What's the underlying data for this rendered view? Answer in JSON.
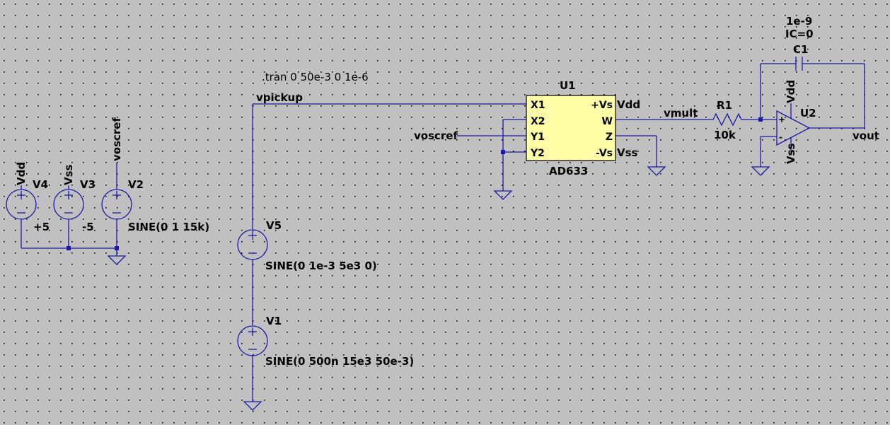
{
  "directive": ".tran 0 50e-3 0 1e-6",
  "nets": {
    "vpickup": "vpickup",
    "voscref_v2": "voscref",
    "voscref_u1": "voscref",
    "vmult": "vmult",
    "vout": "vout",
    "vdd": "Vdd",
    "vss": "Vss"
  },
  "sources": {
    "v4": {
      "name": "V4",
      "value": "+5"
    },
    "v3": {
      "name": "V3",
      "value": "-5"
    },
    "v2": {
      "name": "V2",
      "value": "SINE(0 1 15k)"
    },
    "v5": {
      "name": "V5",
      "value": "SINE(0 1e-3 5e3 0)"
    },
    "v1": {
      "name": "V1",
      "value": "SINE(0 500n 15e3 50e-3)"
    }
  },
  "u1": {
    "name": "U1",
    "part": "AD633",
    "pins_left": [
      "X1",
      "X2",
      "Y1",
      "Y2"
    ],
    "pins_right": [
      "+Vs",
      "W",
      "Z",
      "-Vs"
    ],
    "vdd_label": "Vdd",
    "vss_label": "Vss"
  },
  "r1": {
    "name": "R1",
    "value": "10k"
  },
  "c1": {
    "name": "C1",
    "value": "1e-9",
    "ic": "IC=0"
  },
  "u2": {
    "name": "U2",
    "vdd": "Vdd",
    "vss": "Vss",
    "plus": "+",
    "minus": "-"
  }
}
